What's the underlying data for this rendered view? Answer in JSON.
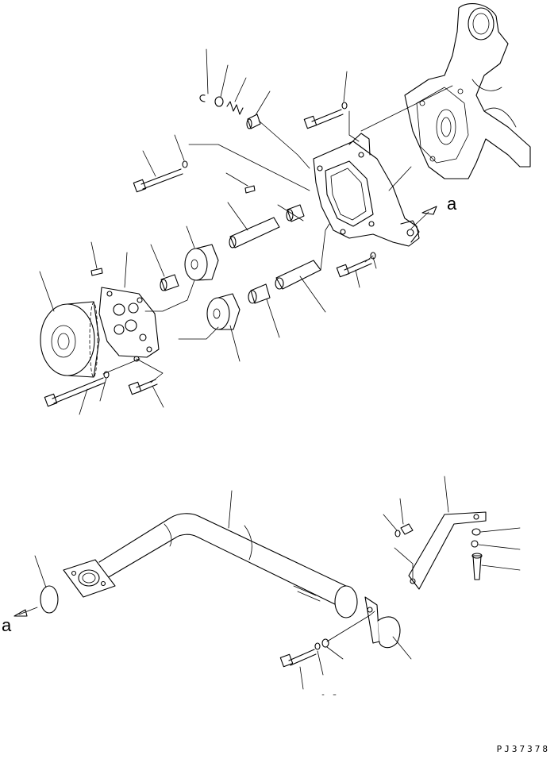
{
  "diagram": {
    "view_marker_top": "a",
    "view_marker_bottom": "a",
    "drawing_id": "PJ37378"
  }
}
